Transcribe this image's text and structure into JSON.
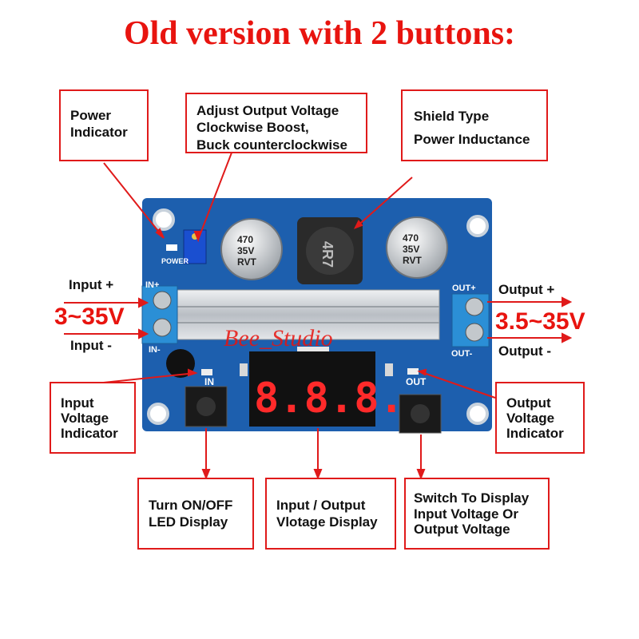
{
  "title": "Old version with 2 buttons:",
  "callouts": {
    "power_indicator": [
      "Power",
      "Indicator"
    ],
    "adjust_voltage": [
      "Adjust  Output Voltage",
      "Clockwise Boost,",
      "Buck counterclockwise"
    ],
    "inductance": [
      "Shield Type",
      "Power Inductance"
    ],
    "input_indicator": [
      "Input",
      "Voltage",
      "Indicator"
    ],
    "output_indicator": [
      "Output",
      "Voltage",
      "Indicator"
    ],
    "turn_onoff": [
      "Turn ON/OFF",
      "LED Display"
    ],
    "voltage_display": [
      "Input / Output",
      "Vlotage Display"
    ],
    "switch_display": [
      "Switch To Display",
      "Input Voltage Or",
      "Output Voltage"
    ]
  },
  "io": {
    "input_plus": "Input +",
    "input_minus": "Input -",
    "input_range": "3~35V",
    "output_plus": "Output +",
    "output_minus": "Output -",
    "output_range": "3.5~35V"
  },
  "board": {
    "in_plus": "IN+",
    "in_minus": "IN-",
    "out_plus": "OUT+",
    "out_minus": "OUT-",
    "in_label": "IN",
    "out_label": "OUT",
    "power_label": "POWER",
    "inductor_code": "4R7",
    "cap_left": [
      "470",
      "35V",
      "RVT"
    ],
    "cap_right": [
      "470",
      "35V",
      "RVT"
    ],
    "watermark": "Bee_Studio",
    "display_digits": "8.8.8."
  },
  "colors": {
    "accent": "#e8140f",
    "pcb": "#1d5fae",
    "terminal": "#2b8fd6",
    "heatsink": "#c9cdd2",
    "display_segment": "#ff2a2a"
  }
}
